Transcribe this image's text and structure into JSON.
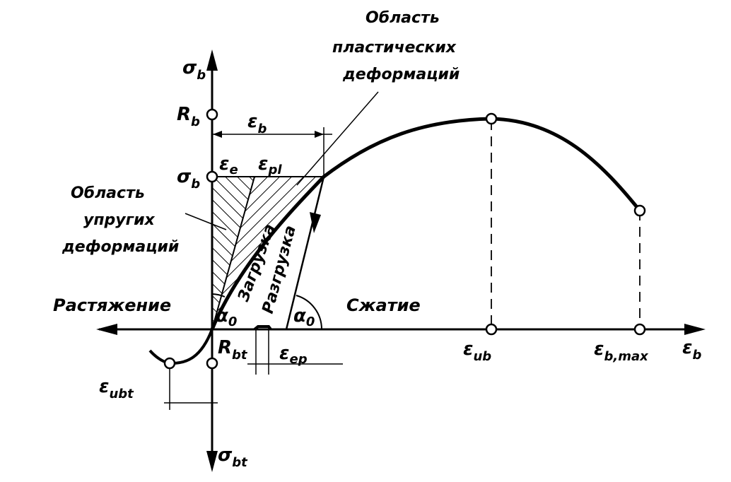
{
  "labels": {
    "sigma_b": "σ",
    "sigma_b_sub": "b",
    "R_b": "R",
    "R_b_sub": "b",
    "sigma_b_level": "σ",
    "sigma_b_level_sub": "b",
    "eps_b_top": "ε",
    "eps_b_top_sub": "b",
    "eps_e": "ε",
    "eps_e_sub": "e",
    "eps_pl": "ε",
    "eps_pl_sub": "pl",
    "plastic_region": [
      "Область",
      "пластических",
      "деформаций"
    ],
    "elastic_region": [
      "Область",
      "упругих",
      "деформаций"
    ],
    "tension": "Растяжение",
    "compression": "Сжатие",
    "loading": "Загрузка",
    "unloading": "Разгрузка",
    "alpha_0_left": "α",
    "alpha_0_left_sub": "0",
    "alpha_0_right": "α",
    "alpha_0_right_sub": "0",
    "R_bt": "R",
    "R_bt_sub": "bt",
    "eps_ep": "ε",
    "eps_ep_sub": "ep",
    "eps_ub": "ε",
    "eps_ub_sub": "ub",
    "eps_b_max": "ε",
    "eps_b_max_sub": "b,max",
    "eps_b_axis": "ε",
    "eps_b_axis_sub": "b",
    "eps_ubt": "ε",
    "eps_ubt_sub": "ubt",
    "sigma_bt": "σ",
    "sigma_bt_sub": "bt"
  }
}
